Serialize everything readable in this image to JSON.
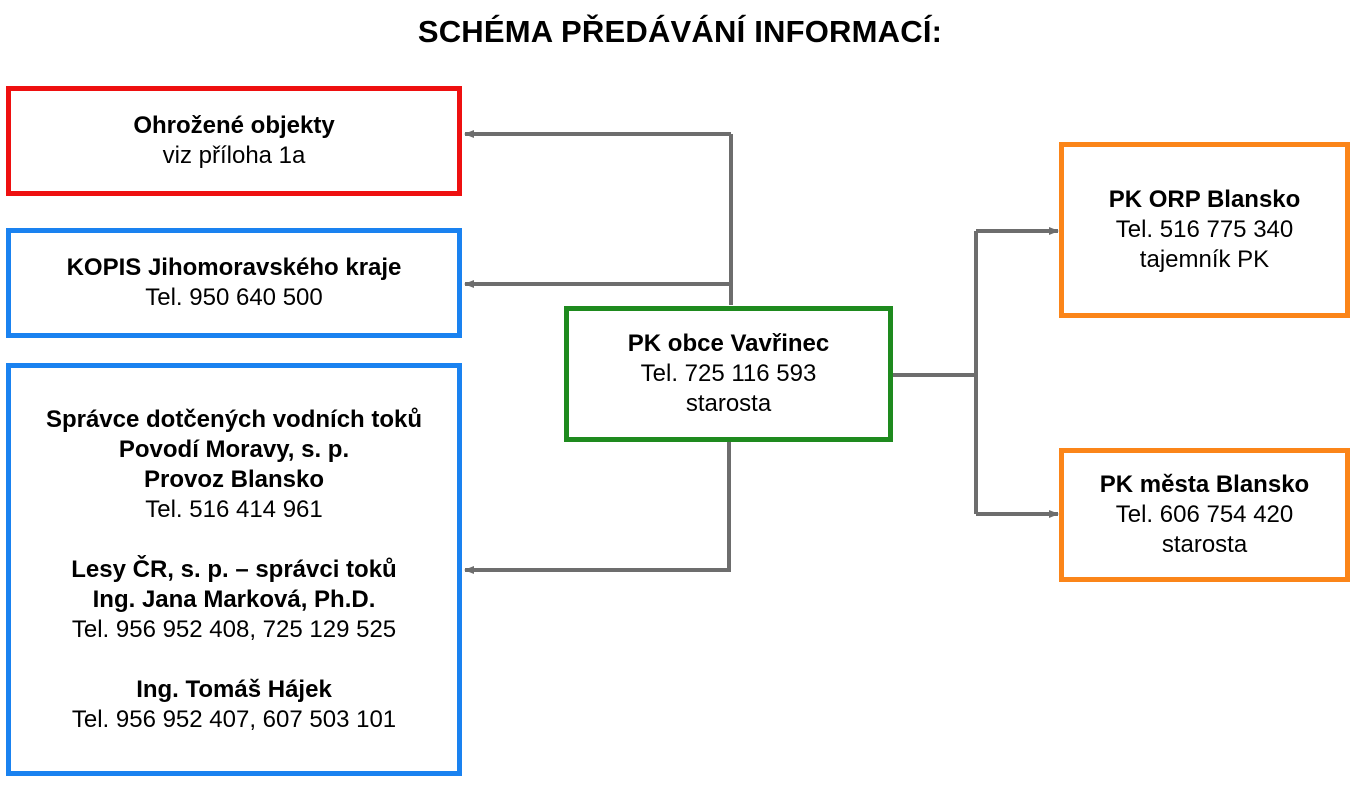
{
  "title": "SCHÉMA PŘEDÁVÁNÍ INFORMACÍ:",
  "colors": {
    "red_border": "#ee1010",
    "blue_border": "#1a82f0",
    "green_border": "#1e8a1e",
    "orange_border": "#fb8519",
    "connector": "#6d6d6d"
  },
  "boxes": {
    "threatened": {
      "heading": "Ohrožené objekty",
      "line": "viz příloha 1a"
    },
    "kopis": {
      "heading": "KOPIS Jihomoravského kraje",
      "phone": "Tel. 950 640 500"
    },
    "water": {
      "heading1": "Správce dotčených vodních toků",
      "heading2": "Povodí Moravy, s. p.",
      "heading3": "Provoz Blansko",
      "phone1": "Tel. 516 414 961",
      "heading4": "Lesy ČR, s. p. – správci toků",
      "heading5": "Ing. Jana Marková, Ph.D.",
      "phone2": "Tel. 956 952 408, 725 129 525",
      "heading6": "Ing. Tomáš Hájek",
      "phone3": "Tel. 956 952 407, 607 503 101"
    },
    "center": {
      "heading": "PK obce Vavřinec",
      "phone": "Tel. 725 116 593",
      "role": "starosta"
    },
    "orp": {
      "heading": "PK ORP Blansko",
      "phone": "Tel. 516 775 340",
      "role": "tajemník PK"
    },
    "city": {
      "heading": "PK města Blansko",
      "phone": "Tel. 606 754 420",
      "role": "starosta"
    }
  }
}
